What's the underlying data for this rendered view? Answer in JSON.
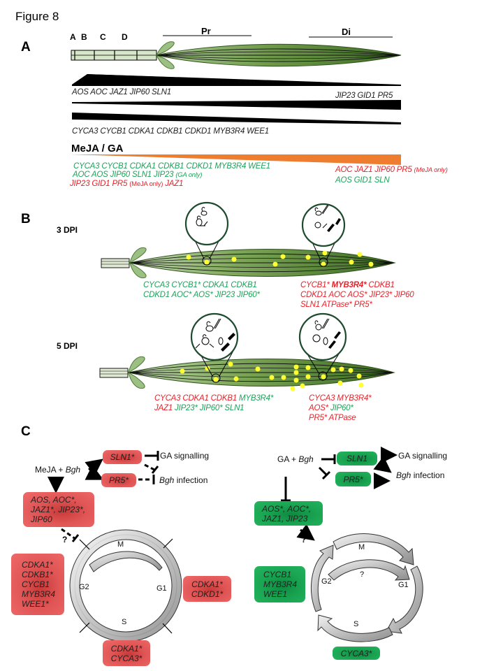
{
  "figure_title": "Figure 8",
  "panels": {
    "a": {
      "label": "A",
      "zones": [
        "A",
        "B",
        "C",
        "D"
      ],
      "region_proximal": "Pr",
      "region_distal": "Di",
      "gradient1": {
        "left_genes": "AOS  AOC  JAZ1  JIP60  SLN1",
        "right_genes": "JIP23 GID1 PR5"
      },
      "gradient2": {
        "genes": "CYCA3 CYCB1 CDKA1 CDKB1 CDKD1 MYB3R4 WEE1"
      },
      "treatment": {
        "title": "MeJA / GA",
        "color": "#ee7d30",
        "left_line1": "CYCA3 CYCB1 CDKA1 CDKB1 CDKD1 MYB3R4 WEE1",
        "left_line2": "AOC AOS JIP60 SLN1 JIP23",
        "left_line2_note": "(GA only)",
        "left_line3": "JIP23 GID1 PR5",
        "left_line3_note": "(MeJA only)",
        "left_line3_end": "JAZ1",
        "right_line1": "AOC JAZ1 JIP60 PR5",
        "right_line1_note": "(MeJA only)",
        "right_line2": "AOS GID1 SLN"
      }
    },
    "b": {
      "label": "B",
      "dpi3": {
        "label": "3 DPI",
        "prox_line1": "CYCA3 CYCB1* CDKA1 CDKB1",
        "prox_line2": "CDKD1 AOC* AOS*  JIP23  JIP60*",
        "dist_line1_a": "CYCB1*",
        "dist_line1_bold": "MYB3R4*",
        "dist_line1_b": "CDKB1",
        "dist_line2": "CDKD1 AOC  AOS*  JIP23* JIP60",
        "dist_line3": "SLN1 ATPase* PR5*"
      },
      "dpi5": {
        "label": "5 DPI",
        "prox_line1_red": "CYCA3 CDKA1 CDKB1",
        "prox_line1_green": "MYB3R4*",
        "prox_line2_red": "JAZ1",
        "prox_line2_green": "JIP23* JIP60* SLN1",
        "dist_line1": "CYCA3 MYB3R4*",
        "dist_line2_red": "AOS*",
        "dist_line2_green": "JIP60*",
        "dist_line3": "PR5* ATPase"
      }
    },
    "c": {
      "label": "C",
      "meja": {
        "trigger_a": "MeJA + ",
        "trigger_b": "Bgh",
        "sln1": "SLN1*",
        "pr5": "PR5*",
        "ga_signalling": "GA signalling",
        "bgh_infection_a": "Bgh",
        "bgh_infection_b": " infection",
        "jasmonate_box": [
          "AOS, AOC*,",
          "JAZ1*, JIP23*,",
          "JIP60"
        ],
        "question": "?",
        "g2_box": [
          "CDKA1*",
          "CDKB1*",
          "CYCB1",
          "MYB3R4",
          "WEE1*"
        ],
        "g1_box": [
          "CDKA1*",
          "CDKD1*"
        ],
        "s_box": [
          "CDKA1*",
          "CYCA3*"
        ],
        "phases": {
          "m": "M",
          "g1": "G1",
          "g2": "G2",
          "s": "S"
        }
      },
      "ga": {
        "trigger_a": "GA  + ",
        "trigger_b": "Bgh",
        "sln1": "SLN1",
        "pr5": "PR5*",
        "ga_signalling": "GA signalling",
        "bgh_infection_a": "Bgh",
        "bgh_infection_b": " infection",
        "jasmonate_box": [
          "AOS*, AOC*,",
          "JAZ1, JIP23"
        ],
        "question": "?",
        "inner_question": "?",
        "g2_box": [
          "CYCB1",
          "MYB3R4",
          "WEE1"
        ],
        "s_box": [
          "CYCA3*"
        ],
        "phases": {
          "m": "M",
          "g1": "G1",
          "g2": "G2",
          "s": "S"
        }
      }
    }
  }
}
